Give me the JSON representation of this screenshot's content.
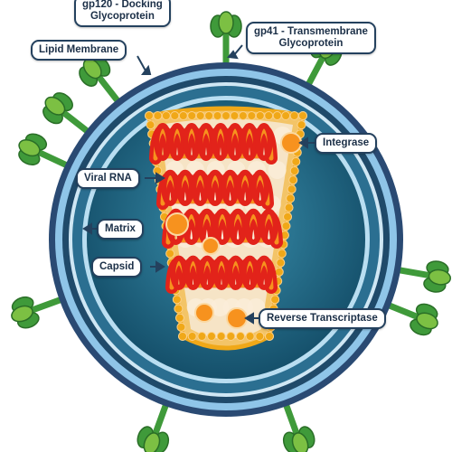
{
  "labels": {
    "gp120": [
      "gp120 - Docking",
      "Glycoprotein"
    ],
    "gp41": [
      "gp41 - Transmembrane",
      "Glycoprotein"
    ],
    "lipid_membrane": "Lipid Membrane",
    "integrase": "Integrase",
    "viral_rna": "Viral RNA",
    "matrix": "Matrix",
    "capsid": "Capsid",
    "reverse_transcriptase": "Reverse Transcriptase"
  },
  "colors": {
    "membrane_outer": "#2a4a73",
    "membrane_ring": "#8fc5e8",
    "membrane_inner": "#1f4a6a",
    "interior": "#1e6f8c",
    "matrix_ring": "#b9def1",
    "capsid_fill": "#f6e4c6",
    "capsid_dots": "#f0a818",
    "rna_outer": "#e2231a",
    "rna_inner": "#f7921e",
    "enzyme": "#f7921e",
    "glycoprotein": "#3f9a3a",
    "glycoprotein_light": "#7cc043",
    "callout_border": "#24415e"
  }
}
